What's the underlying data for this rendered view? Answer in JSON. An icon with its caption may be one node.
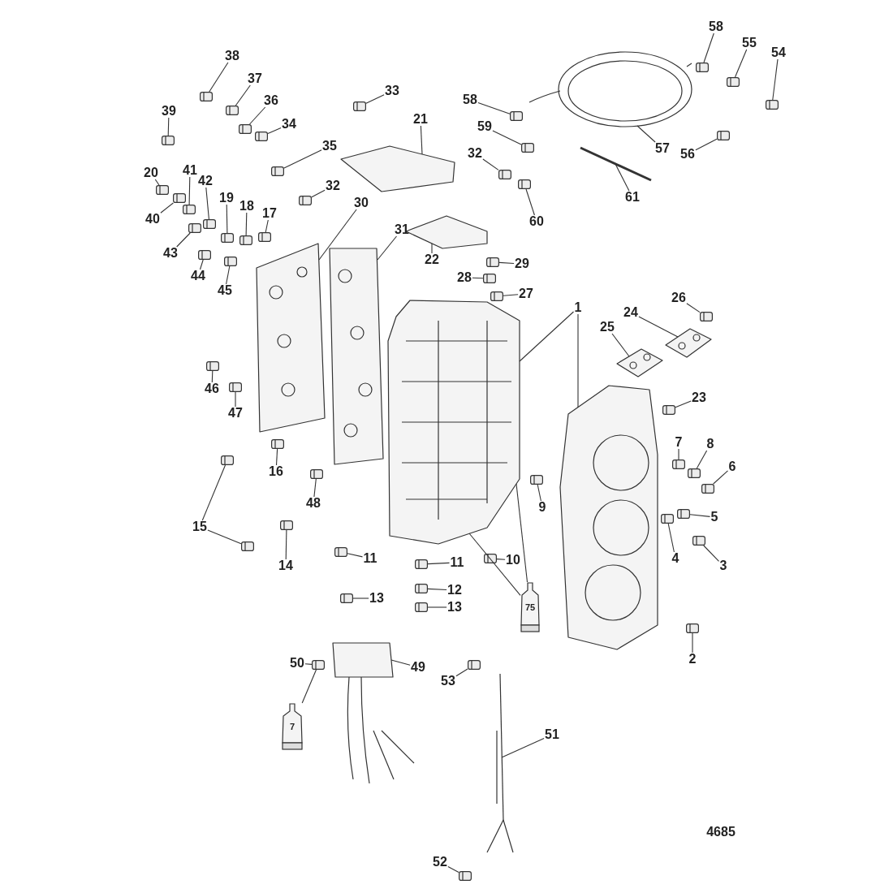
{
  "diagram": {
    "nodes": [
      {
        "text": [
          "38"
        ]
      },
      {
        "text": [
          "37"
        ]
      },
      {
        "text": [
          "58"
        ]
      },
      {
        "text": [
          "55"
        ]
      },
      {
        "text": [
          "54"
        ]
      },
      {
        "text": [
          "33"
        ]
      },
      {
        "text": [
          "58"
        ]
      },
      {
        "text": [
          "36"
        ]
      },
      {
        "text": [
          "39"
        ]
      },
      {
        "text": [
          "21"
        ]
      },
      {
        "text": [
          "34"
        ]
      },
      {
        "text": [
          "59"
        ]
      },
      {
        "text": [
          "35"
        ]
      },
      {
        "text": [
          "57"
        ]
      },
      {
        "text": [
          "32"
        ]
      },
      {
        "text": [
          "56"
        ]
      },
      {
        "text": [
          "41"
        ]
      },
      {
        "text": [
          "20"
        ]
      },
      {
        "text": [
          "42"
        ]
      },
      {
        "text": [
          "32"
        ]
      },
      {
        "text": [
          "61"
        ]
      },
      {
        "text": [
          "19"
        ]
      },
      {
        "text": [
          "30"
        ]
      },
      {
        "text": [
          "18"
        ]
      },
      {
        "text": [
          "17"
        ]
      },
      {
        "text": [
          "40"
        ]
      },
      {
        "text": [
          "60"
        ]
      },
      {
        "text": [
          "31"
        ]
      },
      {
        "text": [
          "22"
        ]
      },
      {
        "text": [
          "43"
        ]
      },
      {
        "text": [
          "29"
        ]
      },
      {
        "text": [
          "44"
        ]
      },
      {
        "text": [
          "28"
        ]
      },
      {
        "text": [
          "45"
        ]
      },
      {
        "text": [
          "27"
        ]
      },
      {
        "text": [
          "26"
        ]
      },
      {
        "text": [
          "1"
        ]
      },
      {
        "text": [
          "24"
        ]
      },
      {
        "text": [
          "25"
        ]
      },
      {
        "text": [
          "46"
        ]
      },
      {
        "text": [
          "23"
        ]
      },
      {
        "text": [
          "47"
        ]
      },
      {
        "text": [
          "7"
        ]
      },
      {
        "text": [
          "8"
        ]
      },
      {
        "text": [
          "6"
        ]
      },
      {
        "text": [
          "16"
        ]
      },
      {
        "text": [
          "48"
        ]
      },
      {
        "text": [
          "9"
        ]
      },
      {
        "text": [
          "5"
        ]
      },
      {
        "text": [
          "15"
        ]
      },
      {
        "text": [
          "10"
        ]
      },
      {
        "text": [
          "4"
        ]
      },
      {
        "text": [
          "11"
        ]
      },
      {
        "text": [
          "11"
        ]
      },
      {
        "text": [
          "14"
        ]
      },
      {
        "text": [
          "3"
        ]
      },
      {
        "text": [
          "12"
        ]
      },
      {
        "text": [
          "13"
        ]
      },
      {
        "text": [
          "13"
        ]
      },
      {
        "text": [
          "75"
        ]
      },
      {
        "text": [
          "2"
        ]
      },
      {
        "text": [
          "50"
        ]
      },
      {
        "text": [
          "49"
        ]
      },
      {
        "text": [
          "53"
        ]
      },
      {
        "text": [
          "7"
        ]
      },
      {
        "text": [
          "51"
        ]
      },
      {
        "text": [
          "52"
        ]
      },
      {
        "text": [],
        "shape": "picture"
      },
      {
        "text": [],
        "shape": "picture"
      },
      {
        "text": [],
        "shape": "picture"
      },
      {
        "text": [],
        "shape": "picture"
      },
      {
        "text": [],
        "shape": "picture"
      },
      {
        "text": [],
        "shape": "picture"
      },
      {
        "text": [],
        "shape": "picture"
      },
      {
        "text": [],
        "shape": "picture"
      },
      {
        "text": [],
        "shape": "picture"
      },
      {
        "text": [],
        "shape": "picture"
      },
      {
        "text": [],
        "shape": "picture"
      },
      {
        "text": [],
        "shape": "picture"
      },
      {
        "text": [],
        "shape": "picture"
      },
      {
        "text": [],
        "shape": "picture"
      },
      {
        "text": [],
        "shape": "picture"
      },
      {
        "text": [],
        "shape": "picture"
      },
      {
        "text": [],
        "shape": "picture"
      },
      {
        "text": [],
        "shape": "picture"
      },
      {
        "text": [],
        "shape": "picture"
      },
      {
        "text": [],
        "shape": "picture"
      },
      {
        "text": [],
        "shape": "picture"
      },
      {
        "text": [],
        "shape": "picture"
      },
      {
        "text": [],
        "shape": "picture"
      },
      {
        "text": [],
        "shape": "picture"
      },
      {
        "text": [],
        "shape": "picture"
      },
      {
        "text": [],
        "shape": "picture"
      },
      {
        "text": [],
        "shape": "picture"
      },
      {
        "text": [],
        "shape": "picture"
      },
      {
        "text": [],
        "shape": "picture"
      },
      {
        "text": [],
        "shape": "picture"
      },
      {
        "text": [],
        "shape": "picture"
      },
      {
        "text": [],
        "shape": "picture"
      },
      {
        "text": [],
        "shape": "picture"
      },
      {
        "text": [],
        "shape": "picture"
      },
      {
        "text": [],
        "shape": "picture"
      },
      {
        "text": [],
        "shape": "picture"
      },
      {
        "text": [],
        "shape": "picture"
      },
      {
        "text": [],
        "shape": "picture"
      },
      {
        "text": [],
        "shape": "picture"
      },
      {
        "text": [],
        "shape": "picture"
      },
      {
        "text": [],
        "shape": "picture"
      },
      {
        "text": [],
        "shape": "picture"
      },
      {
        "text": [],
        "shape": "picture"
      },
      {
        "text": [],
        "shape": "picture"
      },
      {
        "text": [],
        "shape": "picture"
      },
      {
        "text": [],
        "shape": "picture"
      },
      {
        "text": [],
        "shape": "picture"
      },
      {
        "text": [],
        "shape": "picture"
      },
      {
        "text": [],
        "shape": "picture"
      },
      {
        "text": [],
        "shape": "picture"
      },
      {
        "text": [],
        "shape": "picture"
      },
      {
        "text": [],
        "shape": "picture"
      },
      {
        "text": [],
        "shape": "picture"
      },
      {
        "text": [],
        "shape": "picture"
      },
      {
        "text": [],
        "shape": "picture"
      },
      {
        "text": [],
        "shape": "picture"
      },
      {
        "text": [],
        "shape": "picture"
      },
      {
        "text": [],
        "shape": "picture"
      },
      {
        "text": [],
        "shape": "picture"
      },
      {
        "text": [],
        "shape": "picture"
      },
      {
        "text": [],
        "shape": "picture"
      },
      {
        "text": [],
        "shape": "picture"
      },
      {
        "text": [],
        "shape": "picture"
      },
      {
        "text": [],
        "shape": "picture"
      },
      {
        "text": [],
        "shape": "picture"
      },
      {
        "text": [],
        "shape": "picture"
      },
      {
        "text": [],
        "shape": "picture"
      }
    ],
    "edges": [
      {
        "from": 0,
        "to": 79,
        "arrow": "none"
      },
      {
        "from": 1,
        "to": 80,
        "arrow": "none"
      },
      {
        "from": 2,
        "to": 81,
        "arrow": "none"
      },
      {
        "from": 3,
        "to": 82,
        "arrow": "none"
      },
      {
        "from": 4,
        "to": 83,
        "arrow": "none"
      },
      {
        "from": 5,
        "to": 84,
        "arrow": "none"
      },
      {
        "from": 6,
        "to": 85,
        "arrow": "none"
      },
      {
        "from": 7,
        "to": 86,
        "arrow": "none"
      },
      {
        "from": 8,
        "to": 87,
        "arrow": "none"
      },
      {
        "from": 9,
        "to": 71,
        "arrow": "none"
      },
      {
        "from": 10,
        "to": 88,
        "arrow": "none"
      },
      {
        "from": 11,
        "to": 89,
        "arrow": "none"
      },
      {
        "from": 12,
        "to": 90,
        "arrow": "none"
      },
      {
        "from": 13,
        "to": 73,
        "arrow": "none"
      },
      {
        "from": 14,
        "to": 91,
        "arrow": "none"
      },
      {
        "from": 15,
        "to": 92,
        "arrow": "none"
      },
      {
        "from": 16,
        "to": 93,
        "arrow": "none"
      },
      {
        "from": 17,
        "to": 94,
        "arrow": "none"
      },
      {
        "from": 18,
        "to": 95,
        "arrow": "none"
      },
      {
        "from": 19,
        "to": 96,
        "arrow": "none"
      },
      {
        "from": 20,
        "to": 74,
        "arrow": "none"
      },
      {
        "from": 21,
        "to": 97,
        "arrow": "none"
      },
      {
        "from": 22,
        "to": 69,
        "arrow": "none"
      },
      {
        "from": 23,
        "to": 98,
        "arrow": "none"
      },
      {
        "from": 24,
        "to": 99,
        "arrow": "none"
      },
      {
        "from": 25,
        "to": 100,
        "arrow": "none"
      },
      {
        "from": 26,
        "to": 101,
        "arrow": "none"
      },
      {
        "from": 27,
        "to": 70,
        "arrow": "none"
      },
      {
        "from": 28,
        "to": 72,
        "arrow": "none"
      },
      {
        "from": 29,
        "to": 102,
        "arrow": "none"
      },
      {
        "from": 30,
        "to": 103,
        "arrow": "none"
      },
      {
        "from": 31,
        "to": 104,
        "arrow": "none"
      },
      {
        "from": 32,
        "to": 105,
        "arrow": "none"
      },
      {
        "from": 33,
        "to": 106,
        "arrow": "none"
      },
      {
        "from": 34,
        "to": 107,
        "arrow": "none"
      },
      {
        "from": 35,
        "to": 108,
        "arrow": "none"
      },
      {
        "from": 36,
        "to": 67,
        "arrow": "none"
      },
      {
        "from": 36,
        "to": 68,
        "arrow": "none"
      },
      {
        "from": 37,
        "to": 75,
        "arrow": "none"
      },
      {
        "from": 38,
        "to": 76,
        "arrow": "none"
      },
      {
        "from": 39,
        "to": 109,
        "arrow": "none"
      },
      {
        "from": 40,
        "to": 110,
        "arrow": "none"
      },
      {
        "from": 41,
        "to": 111,
        "arrow": "none"
      },
      {
        "from": 42,
        "to": 112,
        "arrow": "none"
      },
      {
        "from": 43,
        "to": 113,
        "arrow": "none"
      },
      {
        "from": 44,
        "to": 114,
        "arrow": "none"
      },
      {
        "from": 45,
        "to": 115,
        "arrow": "none"
      },
      {
        "from": 46,
        "to": 116,
        "arrow": "none"
      },
      {
        "from": 47,
        "to": 117,
        "arrow": "none"
      },
      {
        "from": 48,
        "to": 118,
        "arrow": "none"
      },
      {
        "from": 49,
        "to": 119,
        "arrow": "none"
      },
      {
        "from": 49,
        "to": 120,
        "arrow": "none"
      },
      {
        "from": 50,
        "to": 121,
        "arrow": "none"
      },
      {
        "from": 51,
        "to": 122,
        "arrow": "none"
      },
      {
        "from": 52,
        "to": 123,
        "arrow": "none"
      },
      {
        "from": 53,
        "to": 124,
        "arrow": "none"
      },
      {
        "from": 54,
        "to": 125,
        "arrow": "none"
      },
      {
        "from": 55,
        "to": 126,
        "arrow": "none"
      },
      {
        "from": 56,
        "to": 127,
        "arrow": "none"
      },
      {
        "from": 57,
        "to": 128,
        "arrow": "none"
      },
      {
        "from": 58,
        "to": 129,
        "arrow": "none"
      },
      {
        "from": 59,
        "to": 67,
        "arrow": "none"
      },
      {
        "from": 59,
        "to": 67,
        "arrow": "none"
      },
      {
        "from": 60,
        "to": 130,
        "arrow": "none"
      },
      {
        "from": 61,
        "to": 131,
        "arrow": "none"
      },
      {
        "from": 62,
        "to": 77,
        "arrow": "none"
      },
      {
        "from": 63,
        "to": 132,
        "arrow": "none"
      },
      {
        "from": 64,
        "to": 131,
        "arrow": "none"
      },
      {
        "from": 65,
        "to": 78,
        "arrow": "none"
      },
      {
        "from": 66,
        "to": 133,
        "arrow": "none"
      }
    ],
    "labels": [
      "4685"
    ]
  }
}
